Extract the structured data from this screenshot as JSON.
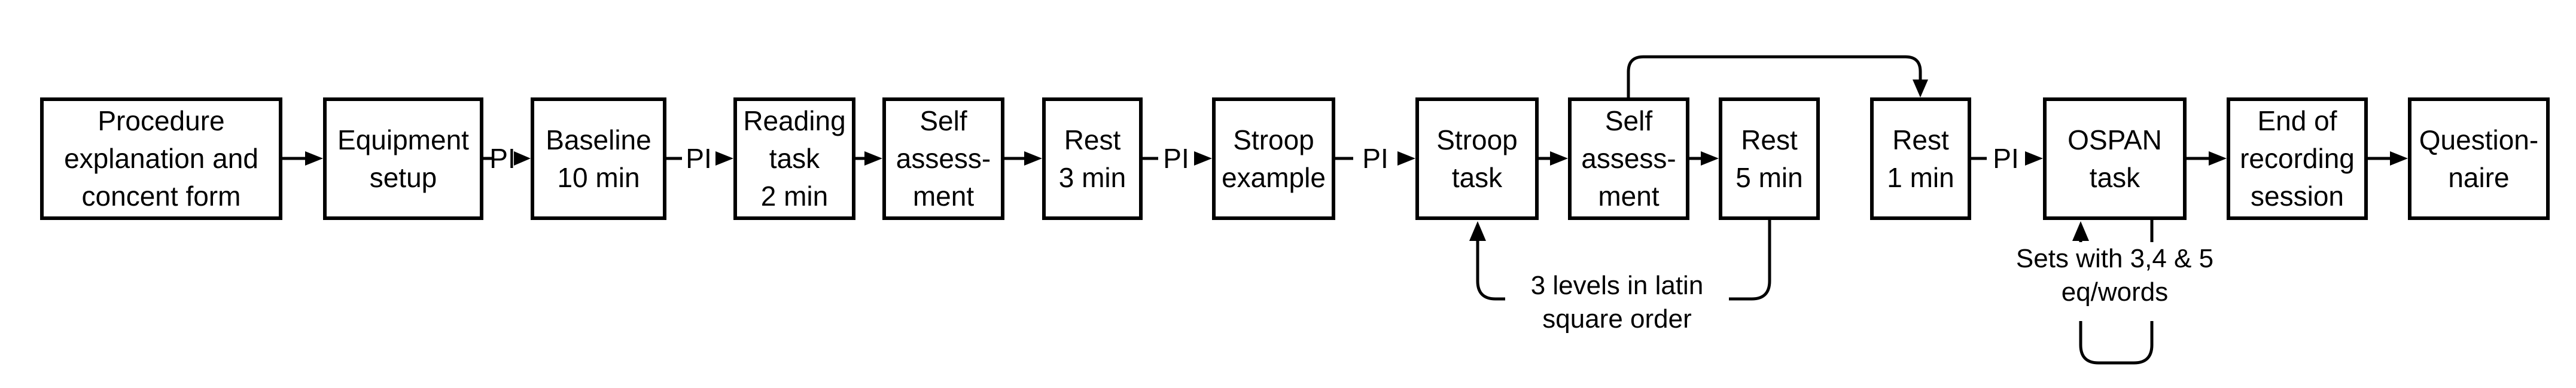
{
  "flow": {
    "pi_label": "PI",
    "nodes": [
      {
        "id": "procedure-explanation",
        "label": "Procedure\nexplanation and\nconcent form"
      },
      {
        "id": "equipment-setup",
        "label": "Equipment\nsetup"
      },
      {
        "id": "baseline",
        "label": "Baseline\n10 min"
      },
      {
        "id": "reading-task",
        "label": "Reading\ntask\n2 min"
      },
      {
        "id": "self-assessment-1",
        "label": "Self\nassess-\nment"
      },
      {
        "id": "rest-3min",
        "label": "Rest\n3 min"
      },
      {
        "id": "stroop-example",
        "label": "Stroop\nexample"
      },
      {
        "id": "stroop-task",
        "label": "Stroop\ntask"
      },
      {
        "id": "self-assessment-2",
        "label": "Self\nassess-\nment"
      },
      {
        "id": "rest-5min",
        "label": "Rest\n5 min"
      },
      {
        "id": "rest-1min",
        "label": "Rest\n1 min"
      },
      {
        "id": "ospan-task",
        "label": "OSPAN\ntask"
      },
      {
        "id": "end-of-recording",
        "label": "End of\nrecording\nsession"
      },
      {
        "id": "questionnaire",
        "label": "Question-\nnaire"
      }
    ],
    "annotations": {
      "stroop_loop": "3 levels in latin\nsquare order",
      "ospan_loop": "Sets with 3,4 & 5\neq/words"
    },
    "colors": {
      "stroke": "#000000",
      "background": "#ffffff",
      "text": "#000000"
    }
  }
}
